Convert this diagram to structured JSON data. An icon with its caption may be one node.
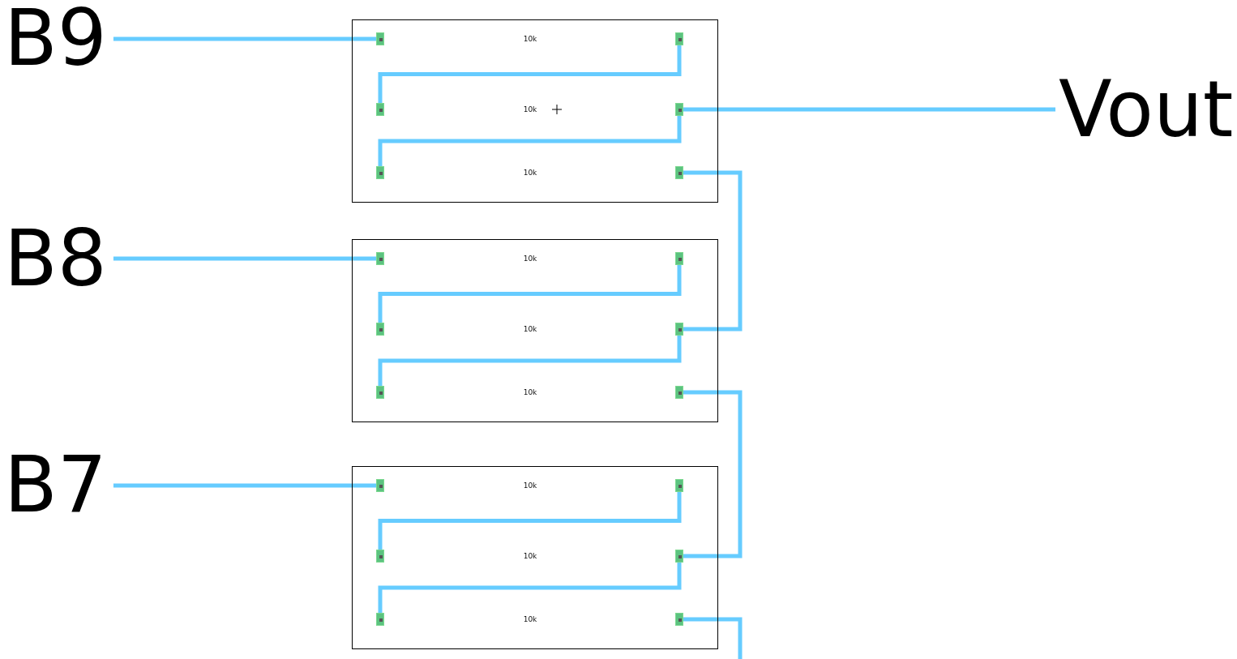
{
  "diagram": {
    "nodes": [
      {
        "text": [
          "B9"
        ]
      },
      {
        "text": [],
        "shape": "box"
      },
      {
        "text": [],
        "shape": "box",
        "in": 1
      },
      {
        "text": [],
        "shape": "box",
        "in": 1
      },
      {
        "text": [],
        "shape": "box",
        "in": 1
      },
      {
        "text": [],
        "shape": "box",
        "in": 1
      },
      {
        "text": [],
        "shape": "box",
        "in": 1
      },
      {
        "text": [],
        "shape": "box",
        "in": 1
      },
      {
        "text": [
          "Vout"
        ]
      },
      {
        "text": [
          "B8"
        ]
      },
      {
        "text": [],
        "shape": "box"
      },
      {
        "text": [],
        "shape": "box",
        "in": 10
      },
      {
        "text": [],
        "shape": "box",
        "in": 10
      },
      {
        "text": [],
        "shape": "box",
        "in": 10
      },
      {
        "text": [],
        "shape": "box",
        "in": 10
      },
      {
        "text": [],
        "shape": "box",
        "in": 10
      },
      {
        "text": [],
        "shape": "box",
        "in": 10
      },
      {
        "text": [
          "B7"
        ]
      },
      {
        "text": [],
        "shape": "box"
      },
      {
        "text": [],
        "shape": "box",
        "in": 18
      },
      {
        "text": [],
        "shape": "box",
        "in": 18
      },
      {
        "text": [],
        "shape": "box",
        "in": 18
      },
      {
        "text": [],
        "shape": "box",
        "in": 18
      },
      {
        "text": [],
        "shape": "box",
        "in": 18
      },
      {
        "text": [],
        "shape": "box",
        "in": 18
      }
    ],
    "edges": [
      {
        "from": 0,
        "to": 2,
        "arrow": "none"
      },
      {
        "from": 3,
        "to": 4,
        "arrow": "none"
      },
      {
        "from": 5,
        "to": 6,
        "arrow": "none"
      },
      {
        "from": 5,
        "to": 8,
        "arrow": "none"
      },
      {
        "from": 7,
        "to": 14,
        "arrow": "none"
      },
      {
        "from": 9,
        "to": 11,
        "arrow": "none"
      },
      {
        "from": 12,
        "to": 13,
        "arrow": "none"
      },
      {
        "from": 14,
        "to": 15,
        "arrow": "none"
      },
      {
        "from": 16,
        "to": 22,
        "arrow": "none"
      },
      {
        "from": 17,
        "to": 19,
        "arrow": "none"
      },
      {
        "from": 20,
        "to": 21,
        "arrow": "none"
      },
      {
        "from": 22,
        "to": 23,
        "arrow": "none"
      },
      {
        "from": 24,
        "to": null,
        "arrow": "none"
      }
    ],
    "labels": [
      "10k",
      "10k",
      "10k",
      "10k",
      "10k",
      "10k",
      "10k",
      "10k",
      "10k"
    ]
  }
}
